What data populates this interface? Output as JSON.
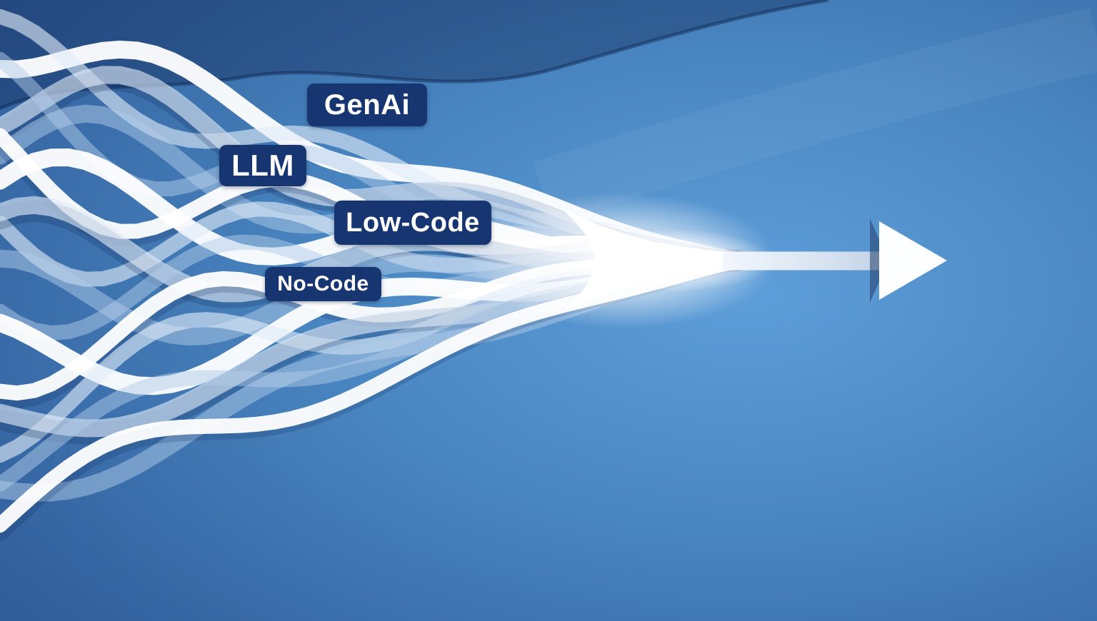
{
  "labels": {
    "genai": "GenAi",
    "llm": "LLM",
    "lowcode": "Low-Code",
    "nocode": "No-Code"
  },
  "icons": {
    "flow_arrow": "arrow-right"
  },
  "colors": {
    "background_center": "#5e9ed9",
    "background_edge": "#254a7e",
    "badge_background": "#173570",
    "badge_text": "#ffffff",
    "ribbon_white": "#ffffff",
    "ribbon_light_blue": "#b1cde8",
    "ribbon_shadow": "#102c58",
    "arrow_fill": "#fdfeff",
    "arrow_back_shadow": "#23416b",
    "arrow_shaft_start": "#f0f5fb",
    "arrow_shaft_end": "#c3d3e7"
  }
}
